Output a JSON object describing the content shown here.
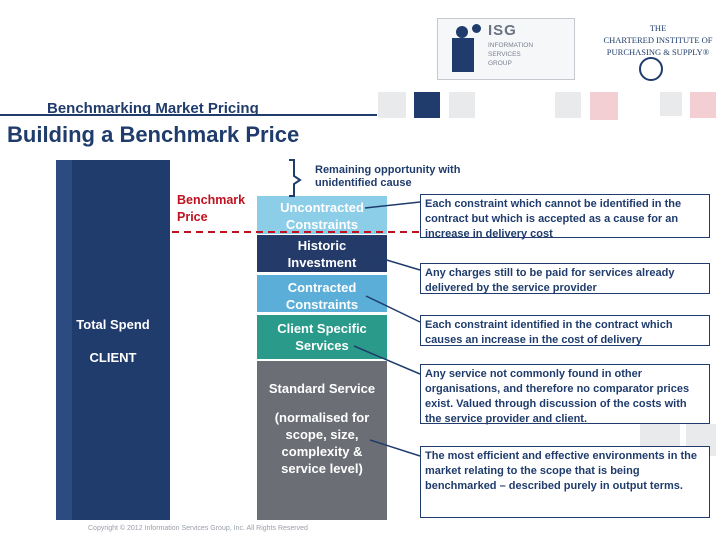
{
  "logos": {
    "isg": {
      "name": "ISG",
      "sub": [
        "INFORMATION",
        "SERVICES",
        "GROUP"
      ]
    },
    "cips": [
      "THE",
      "CHARTERED INSTITUTE OF",
      "PURCHASING & SUPPLY®"
    ]
  },
  "header": {
    "subtitle": "Benchmarking Market Pricing",
    "title": "Building a Benchmark Price"
  },
  "total_spend": {
    "label": "Total Spend",
    "client": "CLIENT"
  },
  "benchmark_label": [
    "Benchmark",
    "Price"
  ],
  "remaining_note": [
    "Remaining opportunity with",
    "unidentified cause"
  ],
  "segments": [
    {
      "id": "uncontracted",
      "lines": [
        "Uncontracted",
        "Constraints"
      ],
      "color": "#8ccde8"
    },
    {
      "id": "historic",
      "lines": [
        "Historic",
        "Investment"
      ],
      "color": "#243b6a"
    },
    {
      "id": "contracted",
      "lines": [
        "Contracted",
        "Constraints"
      ],
      "color": "#5aaed7"
    },
    {
      "id": "client-specific",
      "lines": [
        "Client Specific",
        "Services"
      ],
      "color": "#2a9a8a"
    },
    {
      "id": "standard",
      "lines": [
        "Standard Service",
        "",
        "(normalised for",
        "scope, size,",
        "complexity &",
        "service level)"
      ],
      "color": "#6b6e75"
    }
  ],
  "callouts": [
    {
      "id": "uncontracted",
      "text": "Each constraint which cannot be identified in the contract but which is accepted as a cause for an increase in delivery cost"
    },
    {
      "id": "historic",
      "text": "Any charges still to be paid for services already delivered by the service provider"
    },
    {
      "id": "contracted",
      "text": "Each constraint identified in the contract which causes an increase in the cost of delivery"
    },
    {
      "id": "client-specific",
      "text": "Any service not commonly found in other organisations, and therefore no comparator prices exist.  Valued through discussion of the costs with the service provider and client."
    },
    {
      "id": "standard",
      "text": "The most efficient and effective environments in the market relating to the scope that is being benchmarked – described purely in output terms."
    }
  ],
  "colors": {
    "navy": "#1f3c6c",
    "accent_red": "#c0111f",
    "callout_text": "#1f3c6c"
  },
  "copyright": "Copyright © 2012 Information Services Group, Inc. All Rights Reserved"
}
